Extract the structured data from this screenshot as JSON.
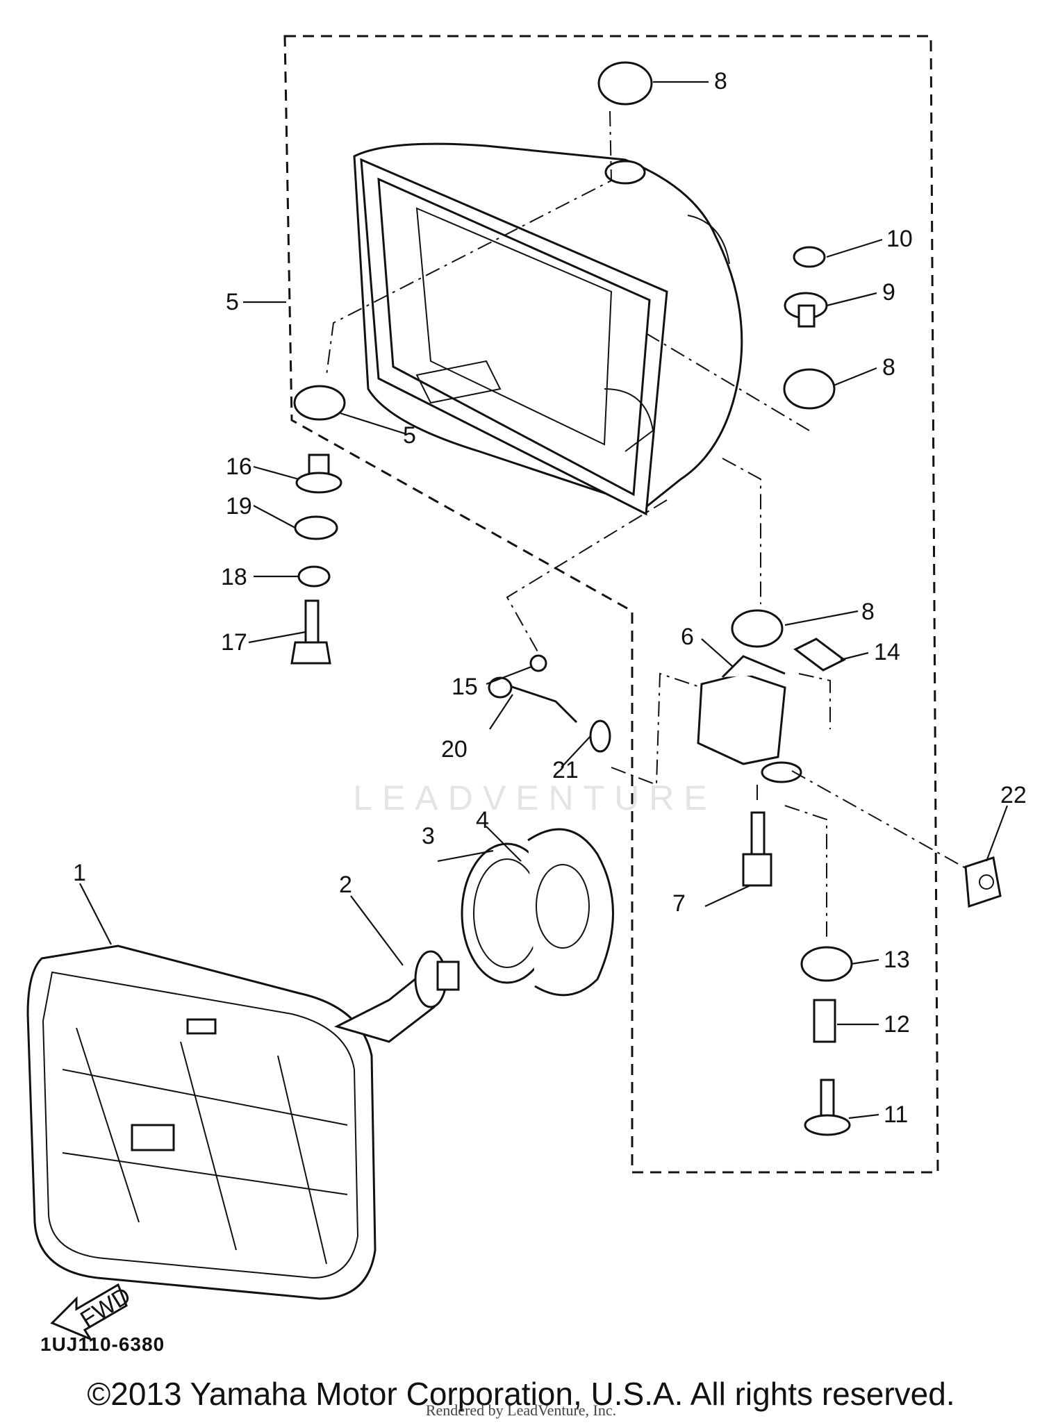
{
  "diagram": {
    "callouts": [
      "1",
      "2",
      "3",
      "4",
      "5",
      "5",
      "6",
      "7",
      "8",
      "8",
      "8",
      "9",
      "10",
      "11",
      "12",
      "13",
      "14",
      "15",
      "16",
      "17",
      "18",
      "19",
      "20",
      "21",
      "22"
    ],
    "fwd_label": "FWD",
    "drawing_code": "1UJ110-6380",
    "watermark": "LEADVENTURE",
    "copyright": "©2013 Yamaha Motor Corporation, U.S.A. All rights reserved.",
    "rendered_by": "Rendered by LeadVenture, Inc."
  }
}
